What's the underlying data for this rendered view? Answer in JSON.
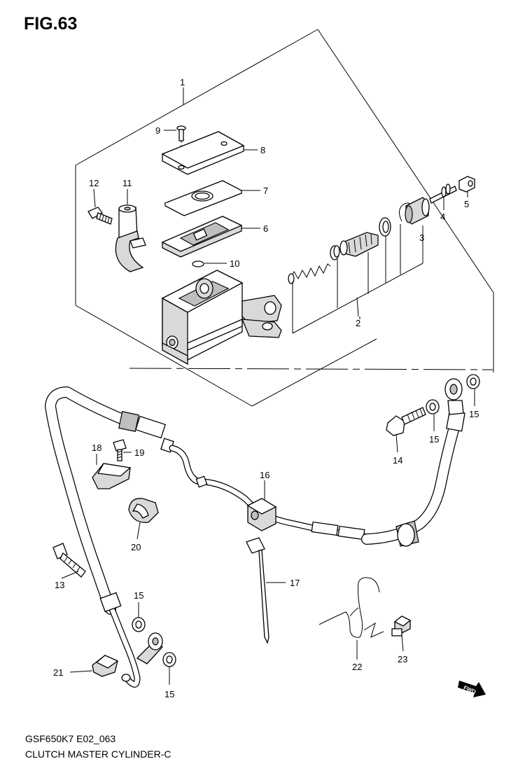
{
  "figure_label": "FIG.63",
  "footer": {
    "model_code": "GSF650K7 E02_063",
    "title": "CLUTCH MASTER CYLINDER-C"
  },
  "fwd_badge": "FWD",
  "callouts": {
    "c1": "1",
    "c2": "2",
    "c3": "3",
    "c4": "4",
    "c5": "5",
    "c6": "6",
    "c7": "7",
    "c8": "8",
    "c9": "9",
    "c10": "10",
    "c11": "11",
    "c12": "12",
    "c13": "13",
    "c14": "14",
    "c15a": "15",
    "c15b": "15",
    "c15c": "15",
    "c15d": "15",
    "c16": "16",
    "c17": "17",
    "c18": "18",
    "c19": "19",
    "c20": "20",
    "c21": "21",
    "c22": "22",
    "c23": "23"
  }
}
